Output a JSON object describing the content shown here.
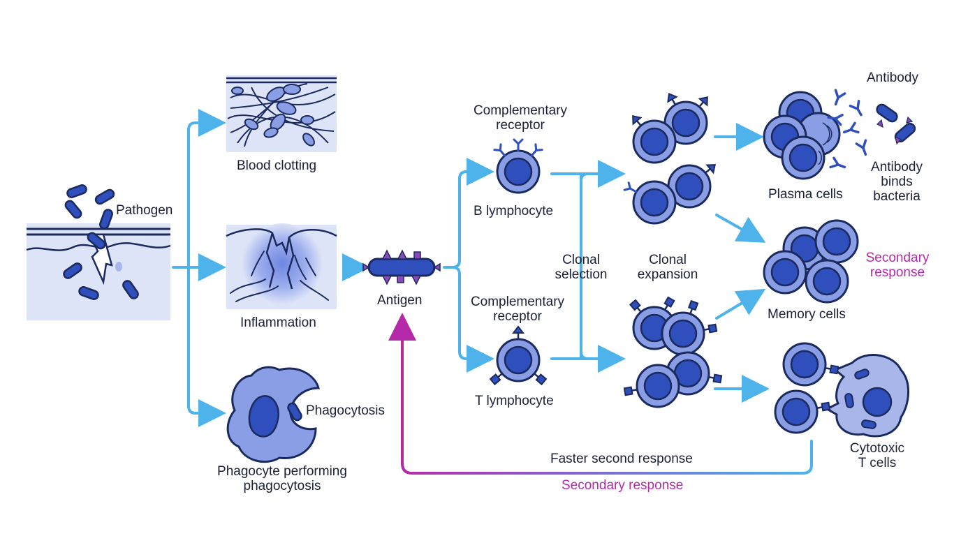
{
  "labels": {
    "pathogen": "Pathogen",
    "blood_clotting": "Blood clotting",
    "inflammation": "Inflammation",
    "phagocytosis": "Phagocytosis",
    "phagocyte_line1": "Phagocyte performing",
    "phagocyte_line2": "phagocytosis",
    "antigen": "Antigen",
    "complementary_b_line1": "Complementary",
    "complementary_b_line2": "receptor",
    "b_lymphocyte": "B lymphocyte",
    "complementary_t_line1": "Complementary",
    "complementary_t_line2": "receptor",
    "t_lymphocyte": "T lymphocyte",
    "clonal_selection_line1": "Clonal",
    "clonal_selection_line2": "selection",
    "clonal_expansion_line1": "Clonal",
    "clonal_expansion_line2": "expansion",
    "antibody": "Antibody",
    "plasma_cells": "Plasma cells",
    "antibody_binds_line1": "Antibody",
    "antibody_binds_line2": "binds",
    "antibody_binds_line3": "bacteria",
    "secondary_response_side_line1": "Secondary",
    "secondary_response_side_line2": "response",
    "memory_cells": "Memory cells",
    "cytotoxic_line1": "Cytotoxic",
    "cytotoxic_line2": "T cells",
    "faster_second_response": "Faster second response",
    "secondary_response_bottom": "Secondary response"
  },
  "colors": {
    "flow_arrow": "#4db3ea",
    "secondary_arrow": "#b52aa9",
    "cell_fill": "#8a9ee6",
    "nucleus_fill": "#2f4fbd",
    "outline": "#1b2a5e",
    "panel_bg": "#dde4f7",
    "accent_text": "#b52aa9"
  }
}
